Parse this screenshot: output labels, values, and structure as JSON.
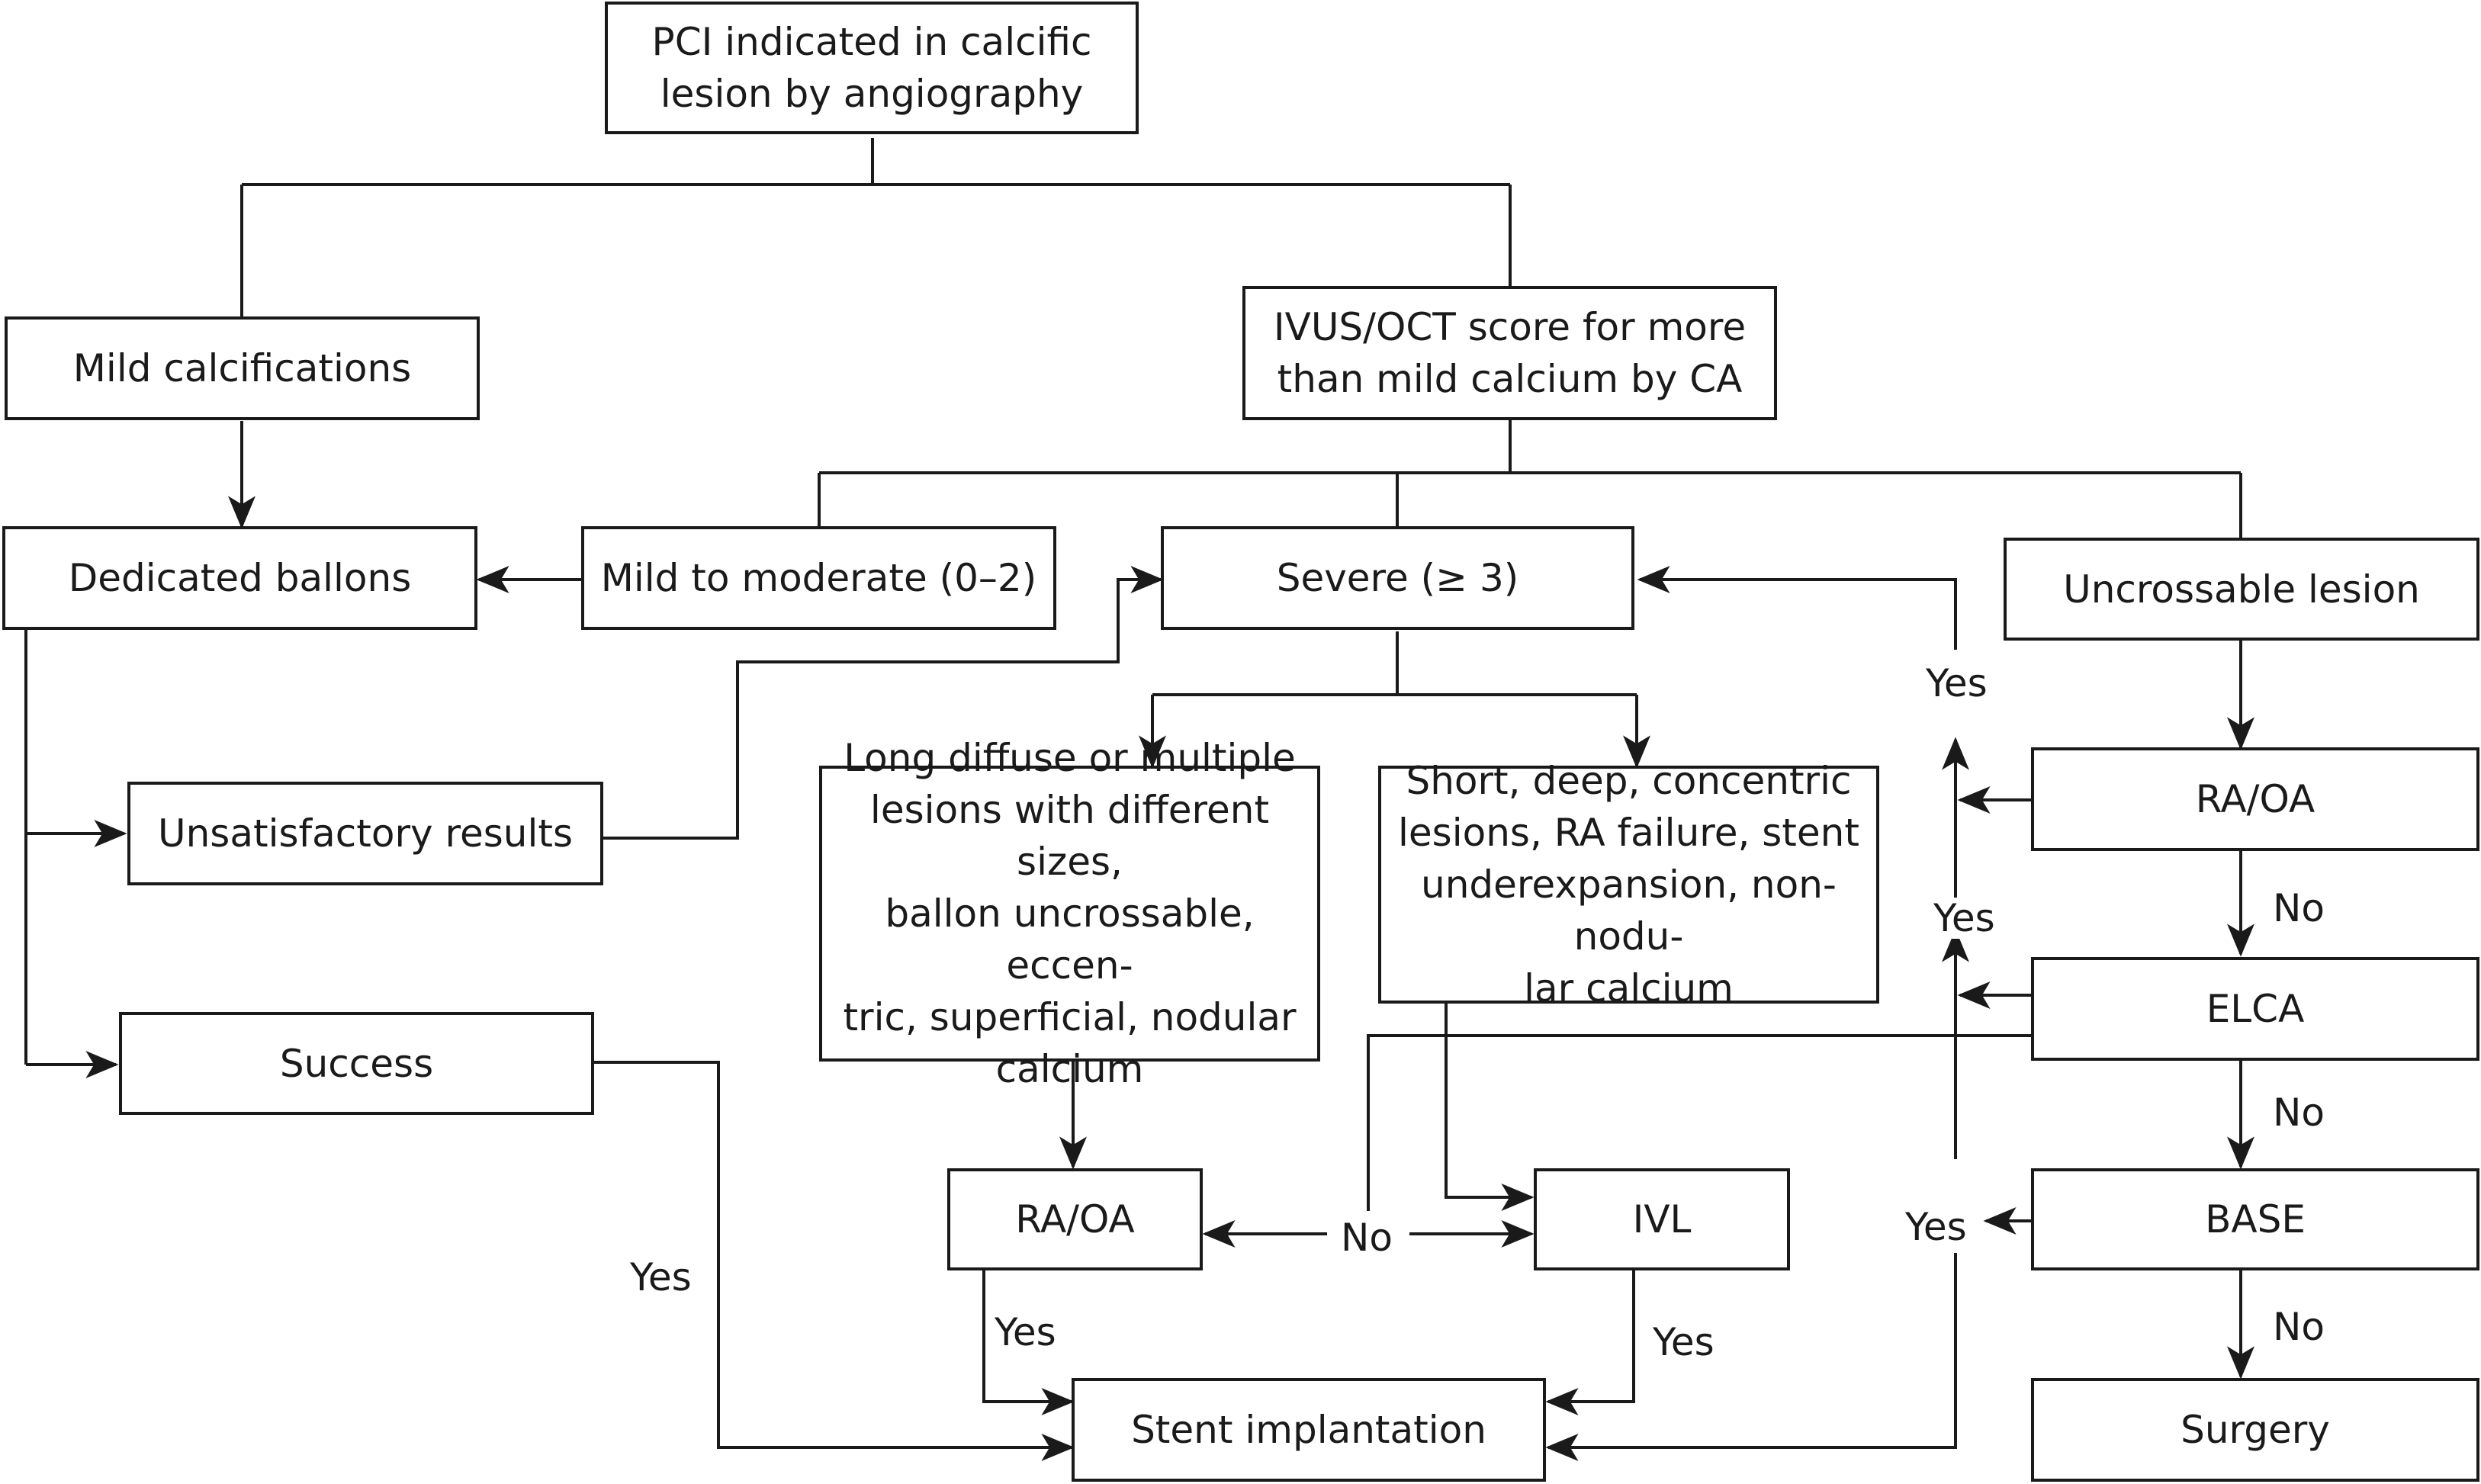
{
  "nodes": {
    "pci": "PCI indicated in calcific\nlesion by angiography",
    "mild_calc": "Mild calcifications",
    "ivus": "IVUS/OCT score for more\nthan mild calcium by CA",
    "dedicated": "Dedicated ballons",
    "mild_mod": "Mild to moderate (0–2)",
    "severe": "Severe (≥ 3)",
    "uncrossable": "Uncrossable lesion",
    "unsat": "Unsatisfactory results",
    "long_diffuse": "Long diffuse or multiple\nlesions with different sizes,\nballon uncrossable, eccen-\ntric, superficial, nodular\ncalcium",
    "short_deep": "Short, deep, concentric\nlesions, RA failure, stent\nunderexpansion, non-nodu-\nlar calcium",
    "raoa_right": "RA/OA",
    "success": "Success",
    "elca": "ELCA",
    "raoa_mid": "RA/OA",
    "ivl": "IVL",
    "base": "BASE",
    "stent": "Stent implantation",
    "surgery": "Surgery"
  },
  "edge_labels": {
    "yes_top": "Yes",
    "yes_mid": "Yes",
    "yes_base": "Yes",
    "no_raoa": "No",
    "no_elca": "No",
    "no_base": "No",
    "no_center": "No",
    "yes_success": "Yes",
    "yes_raoa": "Yes",
    "yes_ivl": "Yes"
  },
  "colors": {
    "line": "#1a1a1a",
    "background": "#ffffff"
  }
}
